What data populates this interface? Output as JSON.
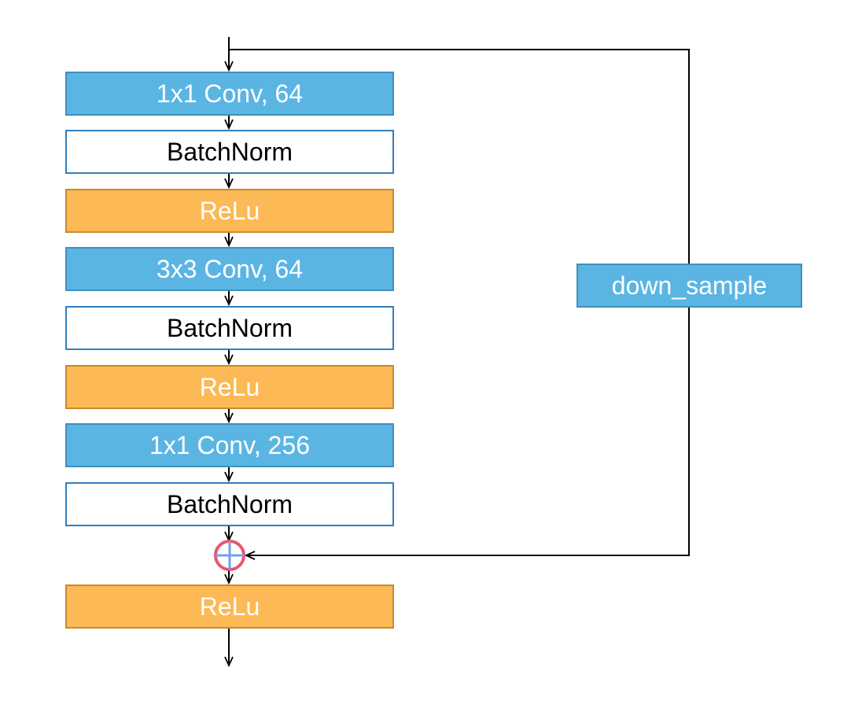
{
  "main_path": {
    "conv1": "1x1 Conv, 64",
    "bn1": "BatchNorm",
    "relu1": "ReLu",
    "conv2": "3x3 Conv, 64",
    "bn2": "BatchNorm",
    "relu2": "ReLu",
    "conv3": "1x1 Conv, 256",
    "bn3": "BatchNorm",
    "relu_out": "ReLu"
  },
  "shortcut": {
    "label": "down_sample"
  },
  "colors": {
    "conv_fill": "#5bb5e3",
    "relu_fill": "#fdb955",
    "batchnorm_border": "#2f7fc0",
    "add_node_ring": "#e8566f",
    "add_node_cross": "#6fa0f0",
    "wire": "#000000"
  },
  "icons": {
    "add_node": "circle-plus-icon"
  }
}
